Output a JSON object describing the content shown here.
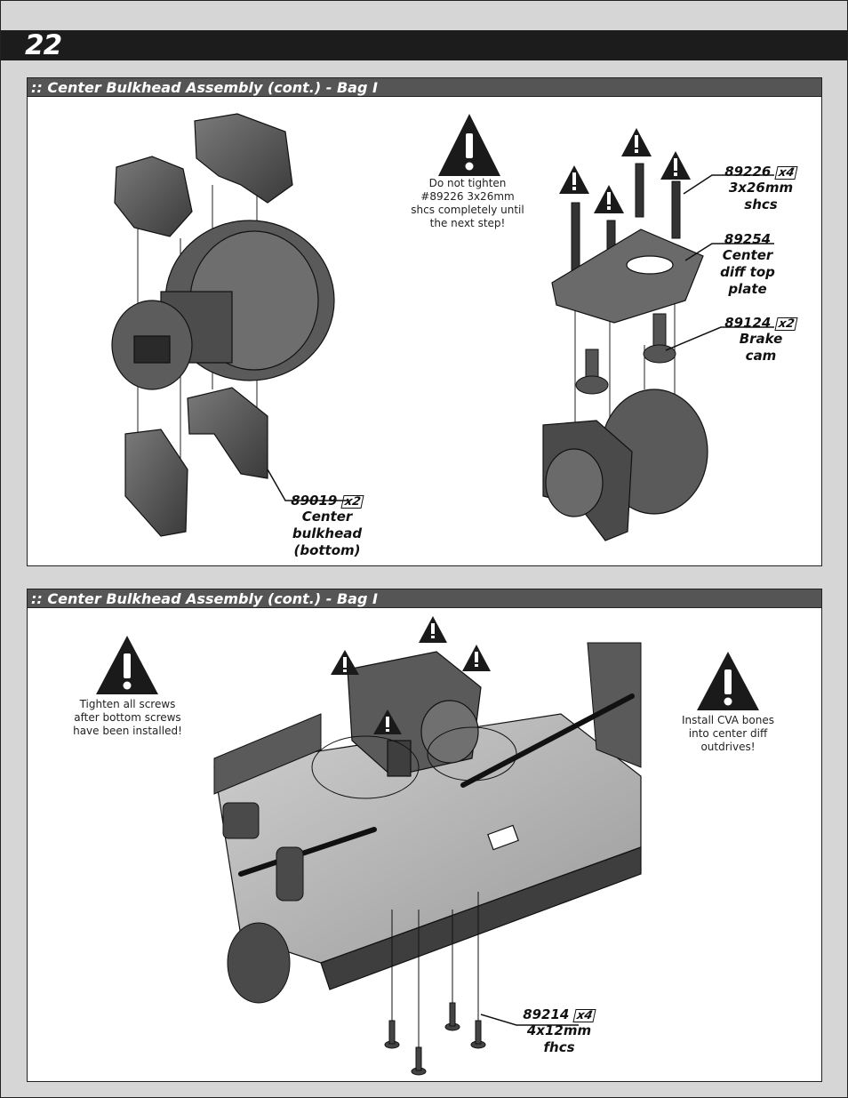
{
  "page": {
    "number": "22"
  },
  "panels": [
    {
      "title": ":: Center Bulkhead Assembly (cont.) - Bag I",
      "warning": "Do not tighten\n#89226 3x26mm\nshcs completely until\nthe next step!",
      "callouts": [
        {
          "part": "89226",
          "qty": "x4",
          "desc": "3x26mm\nshcs"
        },
        {
          "part": "89254",
          "qty": "",
          "desc": "Center\ndiff top\nplate"
        },
        {
          "part": "89124",
          "qty": "x2",
          "desc": "Brake\ncam"
        },
        {
          "part": "89019",
          "qty": "x2",
          "desc": "Center\nbulkhead\n(bottom)"
        }
      ]
    },
    {
      "title": ":: Center Bulkhead Assembly (cont.) - Bag I",
      "warning_left": "Tighten all screws\nafter bottom screws\nhave been installed!",
      "warning_right": "Install CVA bones\ninto center diff\noutdrives!",
      "callouts": [
        {
          "part": "89214",
          "qty": "x4",
          "desc": "4x12mm\nfhcs"
        }
      ]
    }
  ],
  "colors": {
    "header_bar": "#1c1c1c",
    "panel_header": "#555555",
    "page_bg": "#d6d6d6",
    "part_fill": "#4a4a4a"
  },
  "icons": [
    "warning-triangle-icon"
  ]
}
